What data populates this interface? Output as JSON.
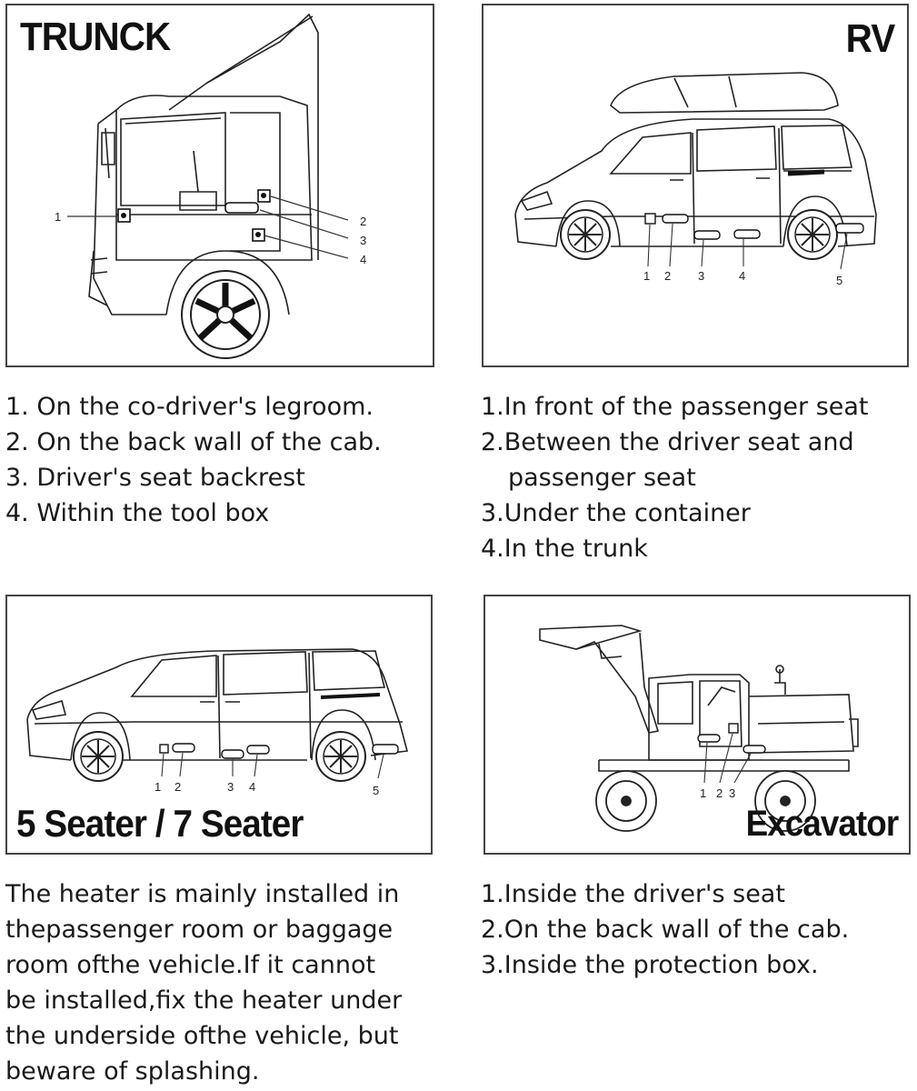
{
  "panels": {
    "truck": {
      "title": "TRUNCK",
      "labels": [
        "1",
        "2",
        "3",
        "4"
      ],
      "items": [
        "1. On the co-driver's legroom.",
        "2. On the back wall of the cab.",
        "3. Driver's seat backrest",
        "4. Within the tool box"
      ]
    },
    "rv": {
      "title": "RV",
      "labels": [
        "1",
        "2",
        "3",
        "4",
        "5"
      ],
      "items": [
        "1.In front of the passenger seat",
        "2.Between the driver seat and",
        "passenger seat",
        "3.Under the container",
        "4.In the trunk"
      ]
    },
    "seater": {
      "title": "5 Seater / 7 Seater",
      "labels": [
        "1",
        "2",
        "3",
        "4",
        "5"
      ],
      "items": [
        "The heater is mainly installed in",
        "thepassenger room or baggage",
        "room ofthe vehicle.If it cannot",
        "be installed,fix the heater under",
        "the underside ofthe vehicle, but",
        "beware of splashing."
      ]
    },
    "excavator": {
      "title": "Excavator",
      "labels": [
        "1",
        "2",
        "3"
      ],
      "items": [
        "1.Inside the driver's seat",
        "2.On the back wall of the cab.",
        "3.Inside the protection box."
      ]
    }
  }
}
